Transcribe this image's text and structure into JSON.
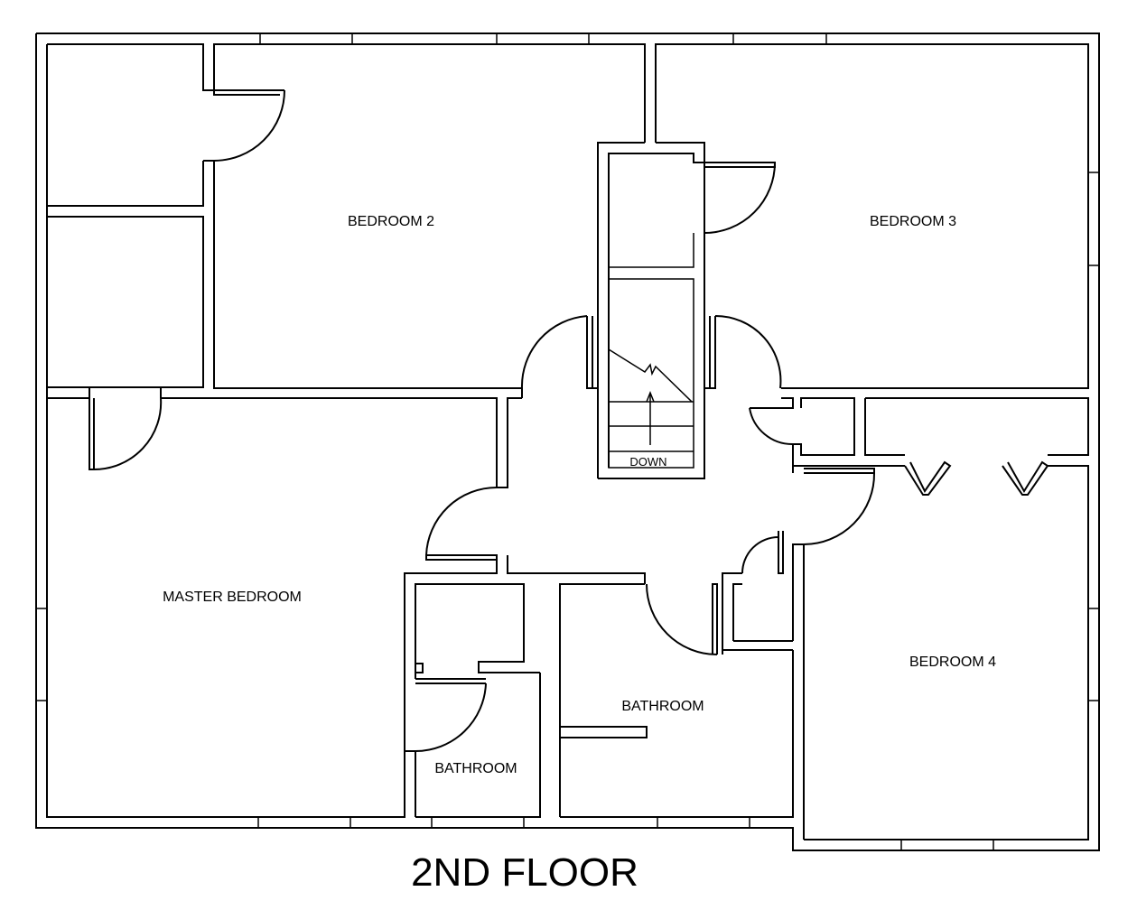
{
  "plan": {
    "title": "2ND FLOOR",
    "rooms": {
      "bedroom2": "BEDROOM 2",
      "bedroom3": "BEDROOM 3",
      "bedroom4": "BEDROOM 4",
      "master": "MASTER BEDROOM",
      "bathroom_main": "BATHROOM",
      "bathroom_master": "BATHROOM"
    },
    "stairs": {
      "label": "DOWN"
    }
  }
}
